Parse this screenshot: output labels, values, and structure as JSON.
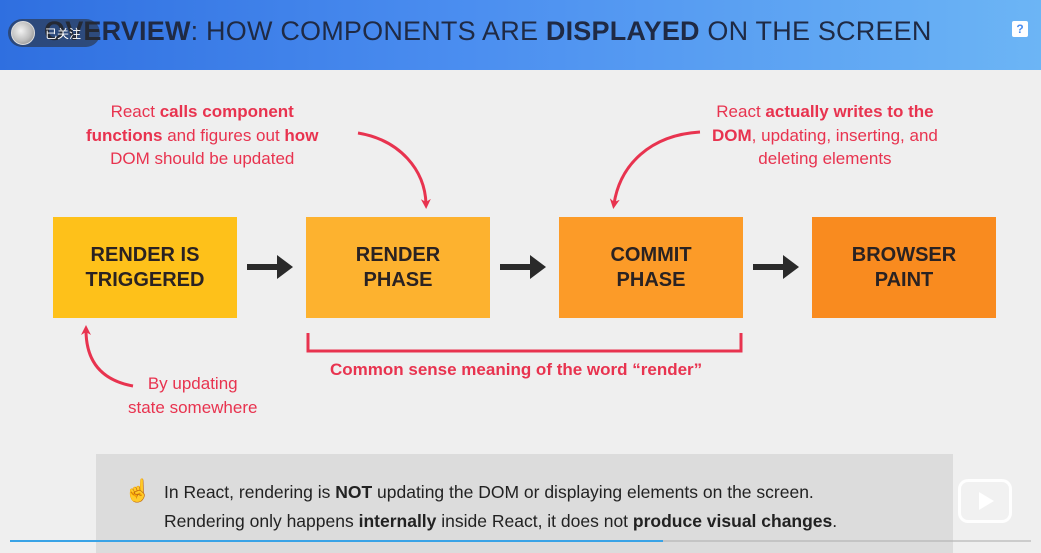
{
  "header": {
    "title_bold": "OVERVIEW",
    "title_rest": ": HOW COMPONENTS ARE ",
    "title_bold2": "DISPLAYED",
    "title_end": " ON THE SCREEN"
  },
  "player": {
    "follow_label": "已关注",
    "help_label": "?",
    "progress": 0.64
  },
  "notes": {
    "render_note": {
      "l1a": "React ",
      "l1b": "calls component",
      "l2a": "functions",
      "l2b": " and figures out ",
      "l2c": "how",
      "l3": "DOM should be updated"
    },
    "commit_note": {
      "l1a": "React ",
      "l1b": "actually writes to the",
      "l2a": "DOM",
      "l2b": ", updating, inserting, and",
      "l3": "deleting elements"
    },
    "trigger_note": {
      "l1": "By updating",
      "l2": "state somewhere"
    }
  },
  "phases": [
    {
      "line1": "RENDER IS",
      "line2": "TRIGGERED",
      "color": "#fec11a"
    },
    {
      "line1": "RENDER",
      "line2": "PHASE",
      "color": "#fdb22f"
    },
    {
      "line1": "COMMIT",
      "line2": "PHASE",
      "color": "#fc9b28"
    },
    {
      "line1": "BROWSER",
      "line2": "PAINT",
      "color": "#f98b1f"
    }
  ],
  "bracket_label": "Common sense meaning of the word “render”",
  "callout": {
    "icon": "pointing-hand-icon",
    "line1_a": "In React, rendering is ",
    "line1_b": "NOT",
    "line1_c": " updating the DOM or displaying elements on the screen.",
    "line2_a": "Rendering only happens ",
    "line2_b": "internally",
    "line2_c": " inside React, it does not ",
    "line2_d": "produce visual changes",
    "line2_e": "."
  },
  "colors": {
    "accent_red": "#e8334f",
    "text_dark": "#2a2222"
  }
}
